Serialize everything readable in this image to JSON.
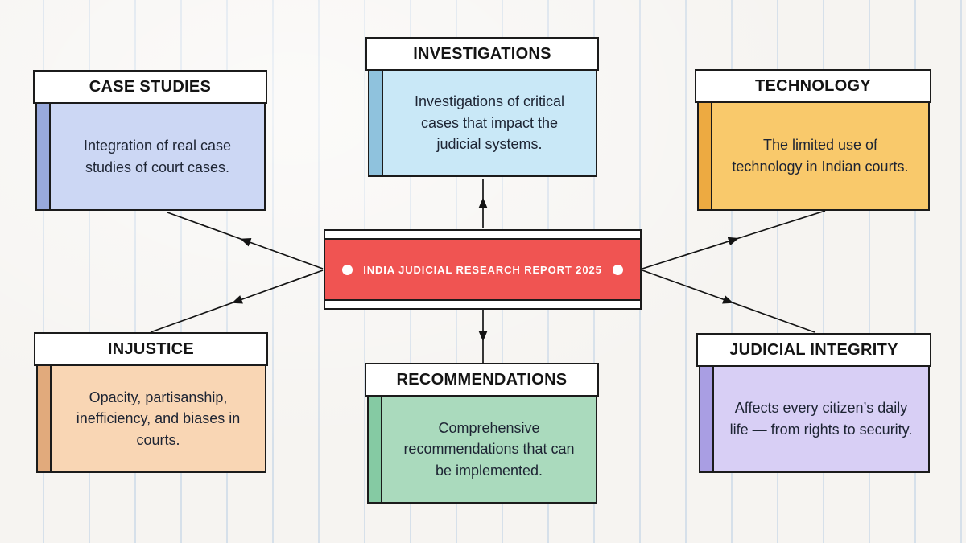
{
  "diagram": {
    "center": {
      "label": "INDIA JUDICIAL RESEARCH REPORT 2025",
      "background": "#f05452"
    },
    "nodes": [
      {
        "id": "case-studies",
        "title": "CASE STUDIES",
        "body": "Integration of real case studies of court cases.",
        "body_color": "#ccd7f4",
        "stripe_color": "#98a9dc"
      },
      {
        "id": "investigations",
        "title": "INVESTIGATIONS",
        "body": "Investigations of critical cases that impact the judicial systems.",
        "body_color": "#c9e8f7",
        "stripe_color": "#8fc2dd"
      },
      {
        "id": "technology",
        "title": "TECHNOLOGY",
        "body": "The limited use of technology in Indian courts.",
        "body_color": "#f9c96b",
        "stripe_color": "#edaa41"
      },
      {
        "id": "injustice",
        "title": "INJUSTICE",
        "body": "Opacity, partisanship, inefficiency, and biases in courts.",
        "body_color": "#f9d6b4",
        "stripe_color": "#e1aa7c"
      },
      {
        "id": "recommendations",
        "title": "RECOMMENDATIONS",
        "body": "Comprehensive recommendations that can be implemented.",
        "body_color": "#aadabd",
        "stripe_color": "#85caa3"
      },
      {
        "id": "judicial-integrity",
        "title": "JUDICIAL INTEGRITY",
        "body": "Affects every citizen’s daily life — from rights to security.",
        "body_color": "#d8cff5",
        "stripe_color": "#a99ee3"
      }
    ],
    "connectors": [
      {
        "from": "center",
        "to": "investigations"
      },
      {
        "from": "center",
        "to": "case-studies"
      },
      {
        "from": "center",
        "to": "technology"
      },
      {
        "from": "center",
        "to": "injustice"
      },
      {
        "from": "center",
        "to": "recommendations"
      },
      {
        "from": "center",
        "to": "judicial-integrity"
      }
    ]
  }
}
